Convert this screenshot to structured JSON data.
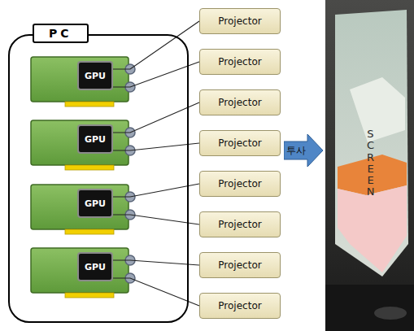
{
  "diagram": {
    "nodes": [
      {
        "text": [
          "PC"
        ]
      },
      {
        "text": [
          "GPU"
        ],
        "in": 0
      },
      {
        "text": [
          "GPU"
        ],
        "in": 0
      },
      {
        "text": [
          "GPU"
        ],
        "in": 0
      },
      {
        "text": [
          "GPU"
        ],
        "in": 0
      },
      {
        "text": [
          "Projector"
        ]
      },
      {
        "text": [
          "Projector"
        ]
      },
      {
        "text": [
          "Projector"
        ]
      },
      {
        "text": [
          "Projector"
        ]
      },
      {
        "text": [
          "Projector"
        ]
      },
      {
        "text": [
          "Projector"
        ]
      },
      {
        "text": [
          "Projector"
        ]
      },
      {
        "text": [
          "Projector"
        ]
      },
      {
        "text": [
          "투사"
        ]
      }
    ],
    "edges": [
      {
        "from": 1,
        "to": 5,
        "arrow": "none"
      },
      {
        "from": 1,
        "to": 6,
        "arrow": "none"
      },
      {
        "from": 2,
        "to": 7,
        "arrow": "none"
      },
      {
        "from": 2,
        "to": 8,
        "arrow": "none"
      },
      {
        "from": 3,
        "to": 9,
        "arrow": "none"
      },
      {
        "from": 3,
        "to": 10,
        "arrow": "none"
      },
      {
        "from": 4,
        "to": 11,
        "arrow": "none"
      },
      {
        "from": 4,
        "to": 12,
        "arrow": "none"
      }
    ],
    "labels": [
      "SCREEN"
    ]
  }
}
